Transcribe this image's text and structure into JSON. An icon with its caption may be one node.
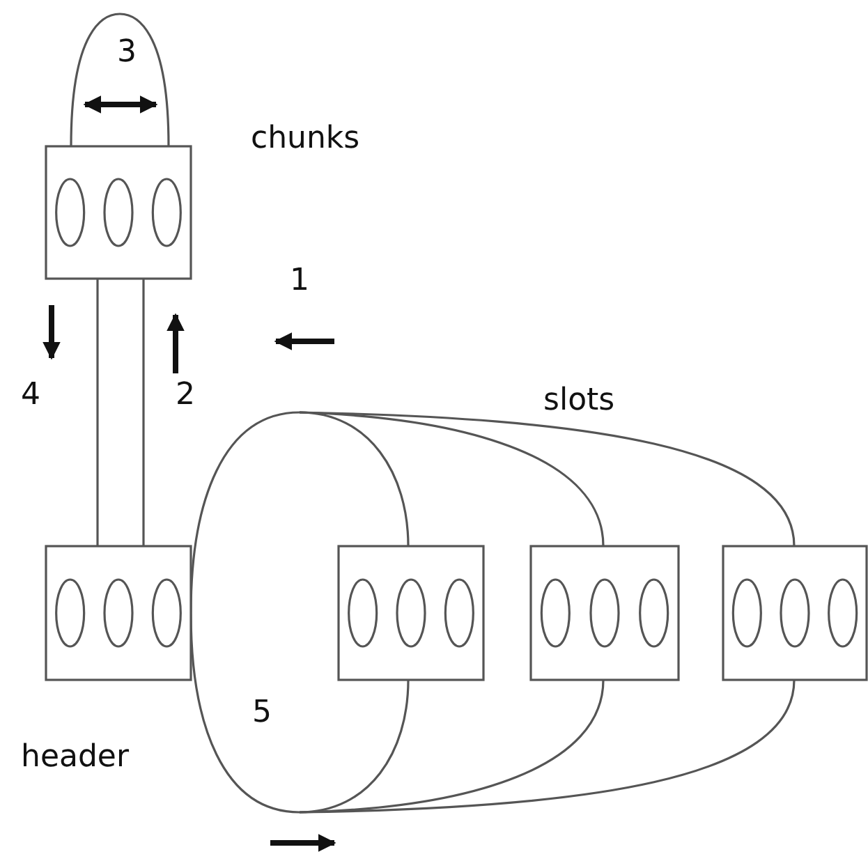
{
  "diagram": {
    "labels": [
      "3",
      "chunks",
      "1",
      "4",
      "2",
      "slots",
      "5",
      "header"
    ]
  }
}
